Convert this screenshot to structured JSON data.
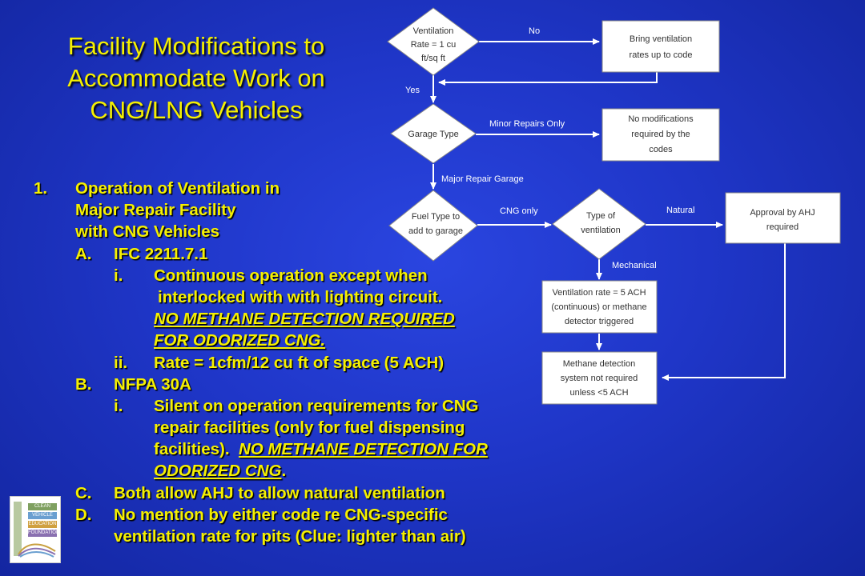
{
  "title": "Facility Modifications to Accommodate Work on CNG/LNG Vehicles",
  "title_lines": [
    "Facility Modifications to",
    "Accommodate Work on",
    "CNG/LNG Vehicles"
  ],
  "outline": {
    "item1_marker": "1.",
    "item1_lines": [
      "Operation of Ventilation in",
      "Major Repair Facility",
      "with CNG Vehicles"
    ],
    "a_marker": "A.",
    "a_text": "IFC 2211.7.1",
    "a_i_marker": "i.",
    "a_i_line1": "Continuous operation except when",
    "a_i_line2": "interlocked with with lighting circuit.",
    "a_i_line3": "NO METHANE DETECTION REQUIRED",
    "a_i_line4": "FOR ODORIZED CNG.",
    "a_ii_marker": "ii.",
    "a_ii_text": "Rate = 1cfm/12 cu ft of space (5 ACH)",
    "b_marker": "B.",
    "b_text": "NFPA 30A",
    "b_i_marker": "i.",
    "b_i_line1": "Silent on operation requirements for CNG",
    "b_i_line2": "repair facilities (only for fuel dispensing",
    "b_i_line3_plain": "facilities).  ",
    "b_i_line3_underlined": "NO METHANE DETECTION FOR",
    "b_i_line4_underlined": "ODORIZED CNG",
    "b_i_line4_end": ".",
    "c_marker": "C.",
    "c_text": "Both allow AHJ to allow natural ventilation",
    "d_marker": "D.",
    "d_line1": "No mention by either code re CNG-specific",
    "d_line2": "ventilation rate for pits (Clue: lighter than air)"
  },
  "flowchart": {
    "nodes": {
      "ventilation_rate": [
        "Ventilation",
        "Rate = 1 cu",
        "ft/sq ft"
      ],
      "bring_up": [
        "Bring ventilation",
        "rates up to code"
      ],
      "garage_type": [
        "Garage Type"
      ],
      "no_mods": [
        "No modifications",
        "required by the",
        "codes"
      ],
      "fuel_type": [
        "Fuel Type to",
        "add to garage"
      ],
      "type_vent": [
        "Type of",
        "ventilation"
      ],
      "approval": [
        "Approval  by AHJ",
        "required"
      ],
      "vent_5ach": [
        "Ventilation rate = 5 ACH",
        "(continuous) or methane",
        "detector triggered"
      ],
      "methane_not_req": [
        "Methane detection",
        "system not required",
        "unless <5 ACH"
      ]
    },
    "edges": {
      "no": "No",
      "yes": "Yes",
      "minor": "Minor Repairs Only",
      "major": "Major Repair Garage",
      "cng_only": "CNG  only",
      "natural": "Natural",
      "mechanical": "Mechanical"
    }
  },
  "logo": {
    "lines": [
      "CLEAN",
      "VEHICLE",
      "EDUCATION",
      "FOUNDATION"
    ],
    "colors": [
      "#7fa060",
      "#6a9fd0",
      "#d0a040",
      "#8a70b0"
    ]
  }
}
